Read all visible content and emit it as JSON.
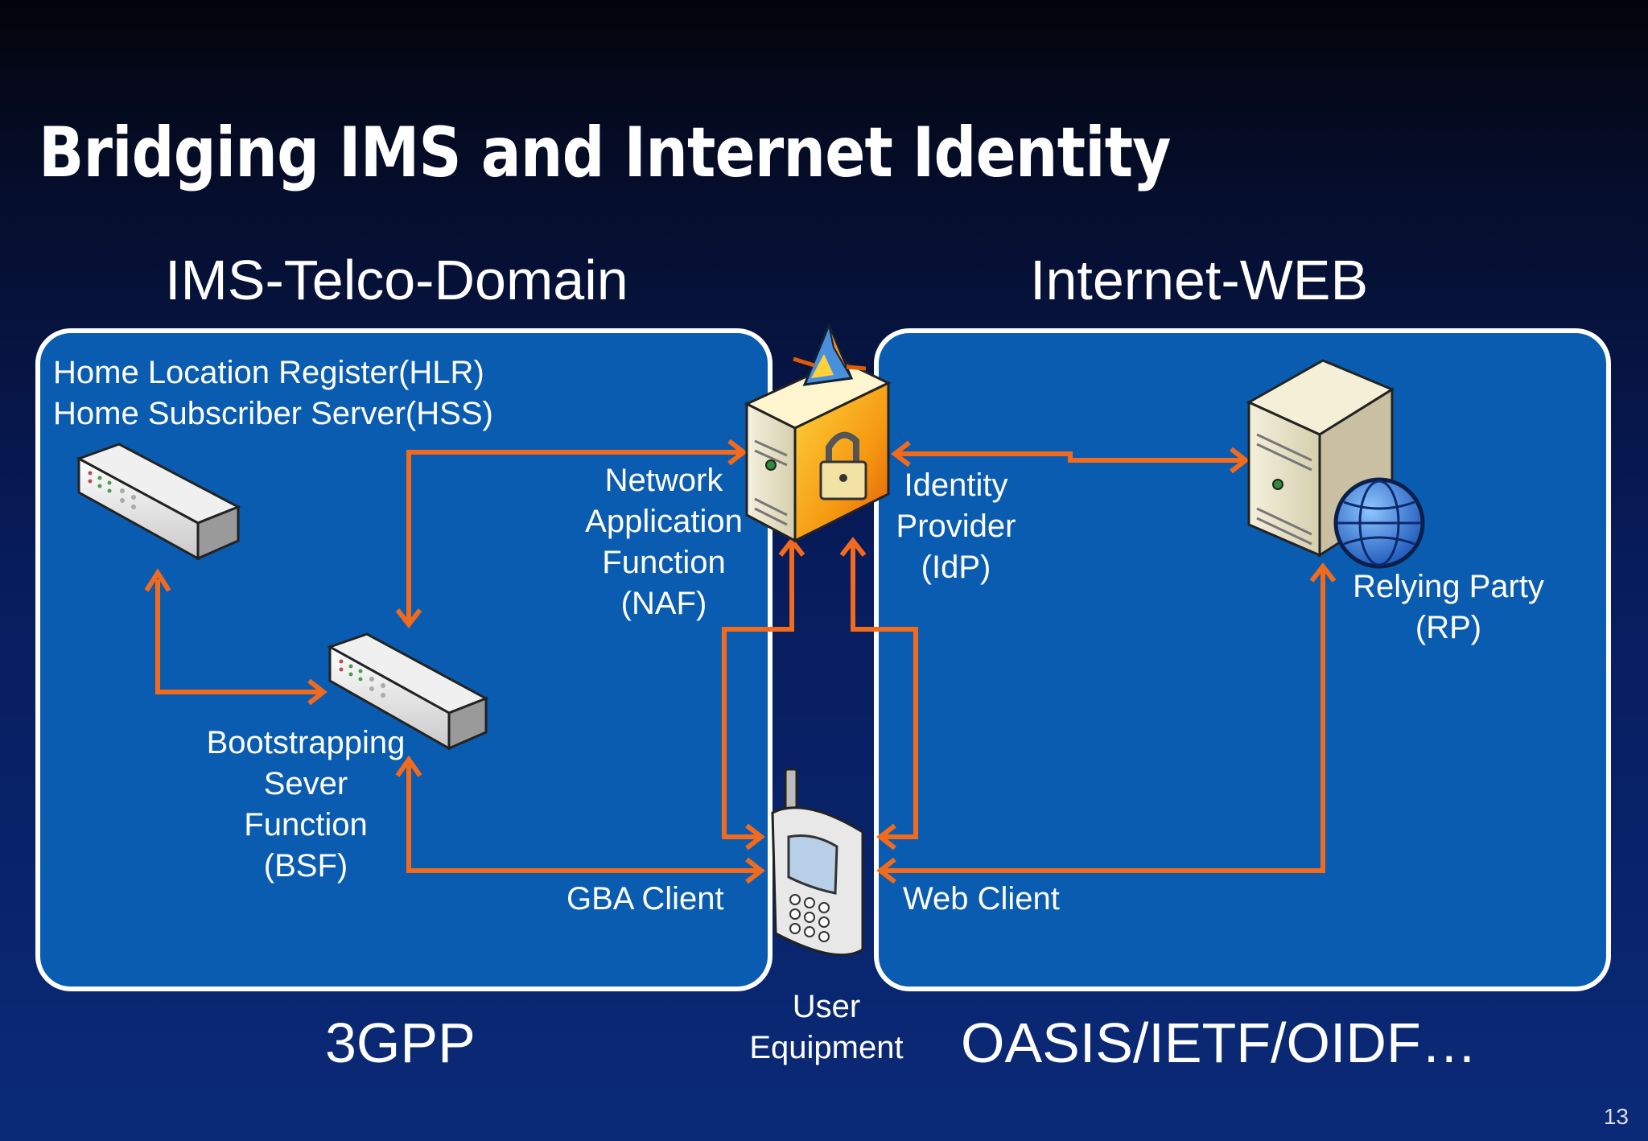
{
  "slide": {
    "title": "Bridging IMS and Internet Identity",
    "page_number": "13"
  },
  "left_domain": {
    "heading": "IMS-Telco-Domain",
    "footer": "3GPP"
  },
  "right_domain": {
    "heading": "Internet-WEB",
    "footer": "OASIS/IETF/OIDF…"
  },
  "nodes": {
    "hlr_hss": [
      "Home Location Register(HLR)",
      "Home Subscriber Server(HSS)"
    ],
    "bsf": [
      "Bootstrapping",
      "Sever",
      "Function",
      "(BSF)"
    ],
    "naf": [
      "Network",
      "Application",
      "Function",
      "(NAF)"
    ],
    "idp": [
      "Identity",
      "Provider",
      "(IdP)"
    ],
    "rp": [
      "Relying Party",
      "(RP)"
    ],
    "ue": [
      "User",
      "Equipment"
    ],
    "gba_client": "GBA Client",
    "web_client": "Web Client"
  },
  "colors": {
    "panel": "#0a5cb0",
    "arrow": "#f26a1c",
    "background": "#071c5c"
  }
}
